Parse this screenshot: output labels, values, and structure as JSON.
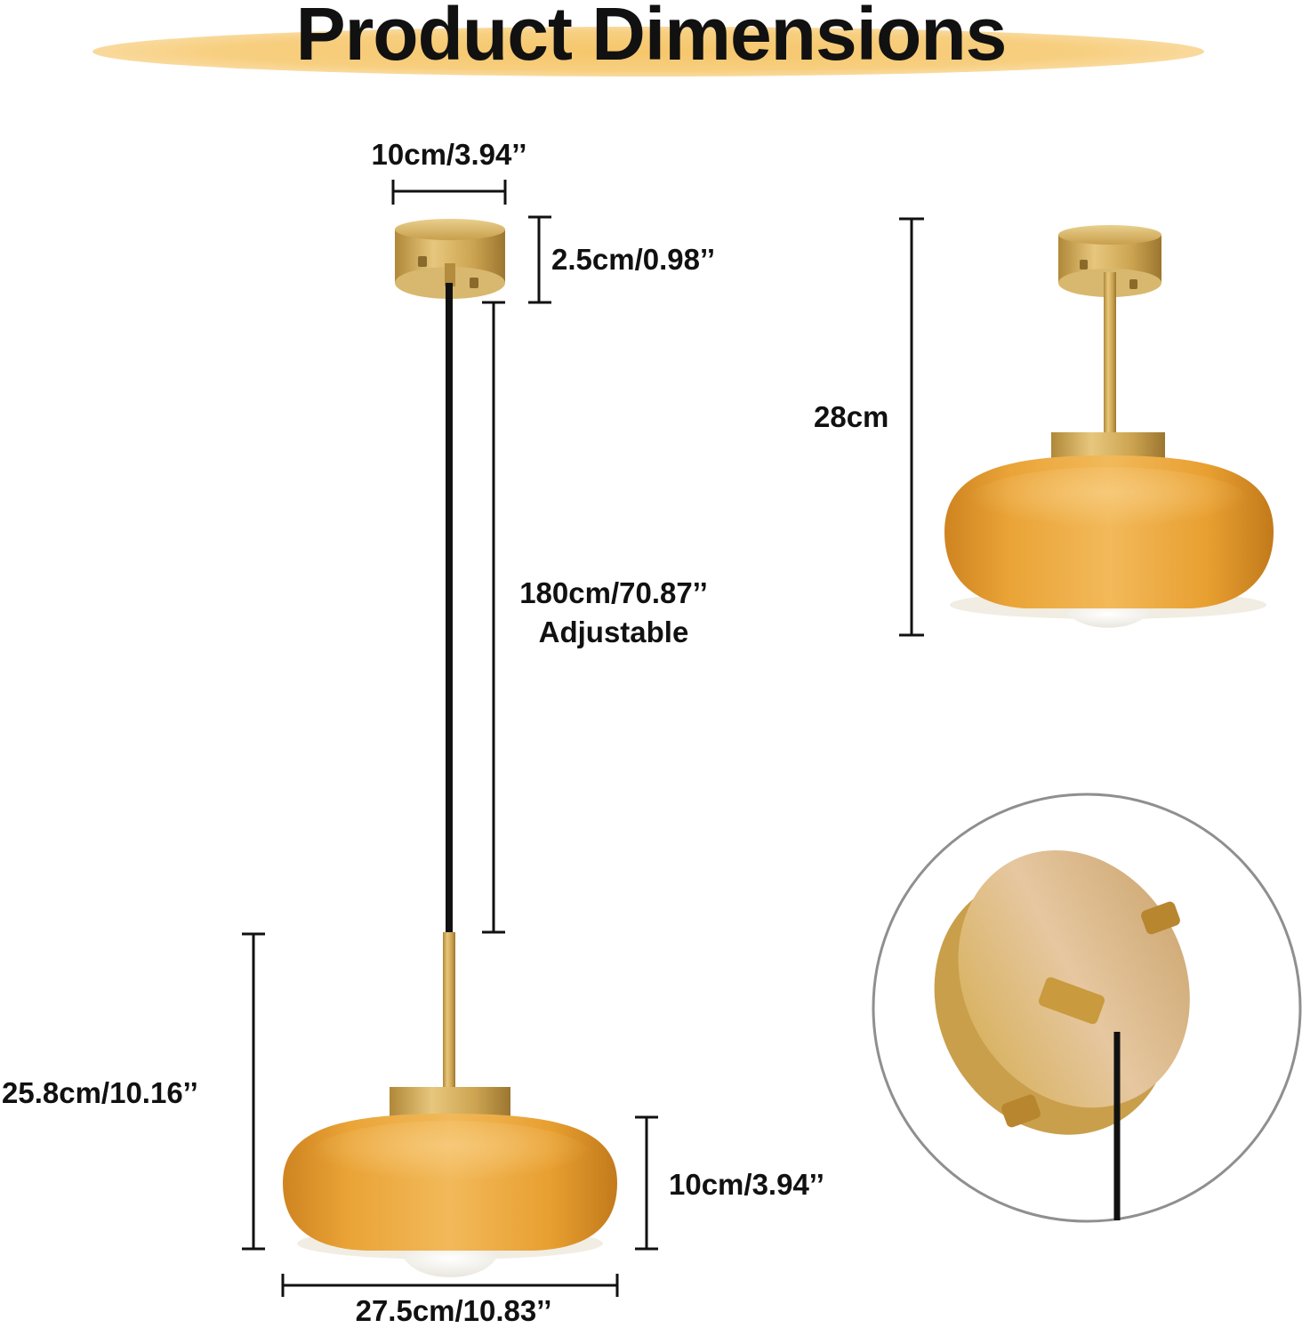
{
  "title": "Product Dimensions",
  "dimensions": {
    "canopy_width": "10cm/3.94’’",
    "canopy_height": "2.5cm/0.98’’",
    "cord_length": "180cm/70.87’’",
    "cord_note": "Adjustable",
    "semi_flush_height": "28cm",
    "fixture_height": "25.8cm/10.16’’",
    "shade_height": "10cm/3.94’’",
    "shade_width": "27.5cm/10.83’’"
  },
  "colors": {
    "title_band": "#f7cf80",
    "brass": "#c9a24e",
    "shade": "#e59a2a",
    "cord": "#111111"
  }
}
